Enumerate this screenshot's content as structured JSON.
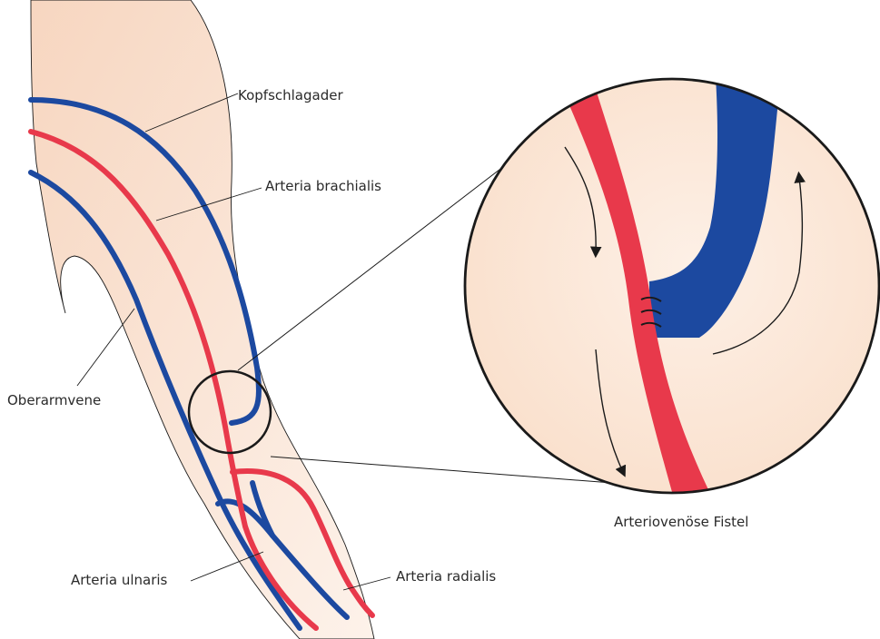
{
  "labels": {
    "kopfschlagader": "Kopfschlagader",
    "arteria_brachialis": "Arteria brachialis",
    "oberarmvene": "Oberarmvene",
    "arteria_ulnaris": "Arteria ulnaris",
    "arteria_radialis": "Arteria radialis",
    "av_fistel": "Arteriovenöse Fistel"
  },
  "colors": {
    "skin": "#fbe6d6",
    "artery": "#e8394b",
    "vein": "#1c49a0",
    "outline": "#1a1a1a"
  }
}
